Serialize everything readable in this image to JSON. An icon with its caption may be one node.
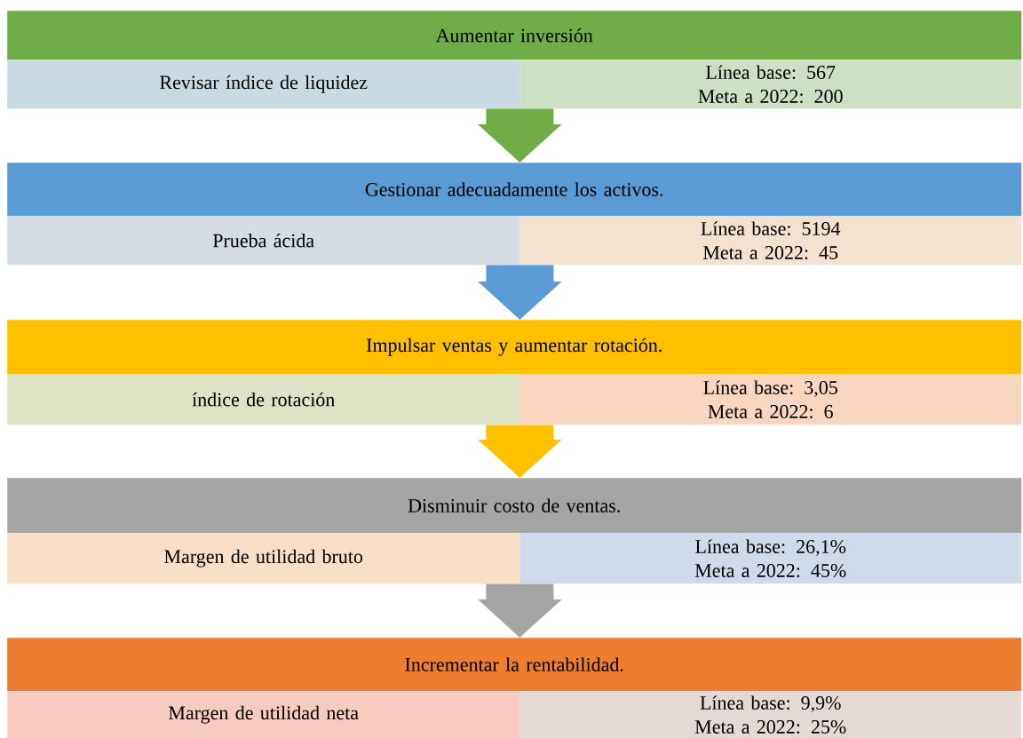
{
  "diagram": {
    "nodes": [
      {
        "text": [
          "Aumentar inversión"
        ]
      },
      {
        "text": [
          "Revisar índice de liquidez"
        ]
      },
      {
        "text": [
          "Línea base: 567",
          "Meta a 2022: 200"
        ]
      },
      {
        "text": [
          "Gestionar adecuadamente los activos."
        ]
      },
      {
        "text": [
          "Prueba ácida"
        ]
      },
      {
        "text": [
          "Línea base: 5194",
          "Meta a 2022: 45"
        ]
      },
      {
        "text": [
          "Impulsar ventas y aumentar rotación."
        ]
      },
      {
        "text": [
          "índice de rotación"
        ]
      },
      {
        "text": [
          "Línea base: 3,05",
          "Meta a 2022: 6"
        ]
      },
      {
        "text": [
          "Disminuir costo de ventas."
        ]
      },
      {
        "text": [
          "Margen de utilidad bruto"
        ]
      },
      {
        "text": [
          "Línea base: 26,1%",
          "Meta a 2022: 45%"
        ]
      },
      {
        "text": [
          "Incrementar la rentabilidad."
        ]
      },
      {
        "text": [
          "Margen de utilidad neta"
        ]
      },
      {
        "text": [
          "Línea base: 9,9%",
          "Meta a 2022: 25%"
        ]
      }
    ],
    "edges": [
      {
        "from": 1,
        "to": 3,
        "arrow": "to",
        "color": "#70ad47"
      },
      {
        "from": 4,
        "to": 6,
        "arrow": "to",
        "color": "#5b9bd5"
      },
      {
        "from": 7,
        "to": 9,
        "arrow": "to",
        "color": "#ffc000"
      },
      {
        "from": 10,
        "to": 12,
        "arrow": "to",
        "color": "#a5a5a5"
      }
    ]
  }
}
